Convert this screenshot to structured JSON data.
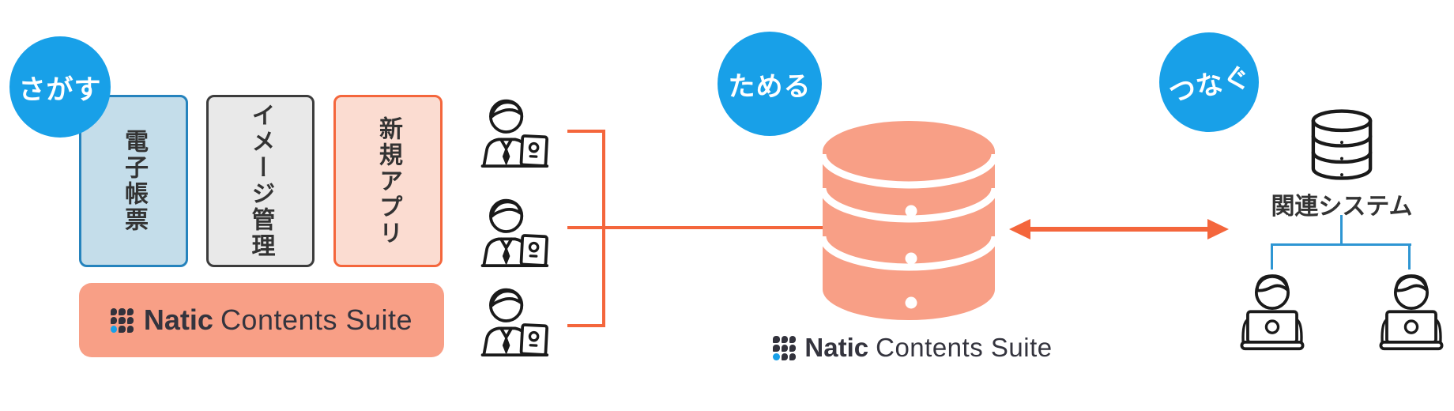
{
  "diagram": {
    "sagasu": {
      "badge": "さがす",
      "cards": [
        {
          "label": "電子帳票"
        },
        {
          "label": "イメージ管理"
        },
        {
          "label": "新規アプリ"
        }
      ]
    },
    "tameru": {
      "badge": "ためる"
    },
    "tsunagu": {
      "badge": "つなぐ",
      "related_system": "関連システム"
    },
    "brand": {
      "bold": "Natic",
      "rest": "Contents Suite"
    }
  },
  "colors": {
    "badge_blue": "#18A0E8",
    "salmon": "#F89F86",
    "salmon_light": "#FBDCD1",
    "orange": "#F4663C",
    "card_blue_fill": "#C4DDEA",
    "card_blue_border": "#2583BD",
    "card_gray_fill": "#E9E9E9",
    "card_gray_border": "#3C3C3C",
    "connector_blue": "#2E96D3",
    "text_dark": "#333333",
    "logo_dark": "#32323C",
    "logo_blue_dot": "#18A0E8"
  }
}
